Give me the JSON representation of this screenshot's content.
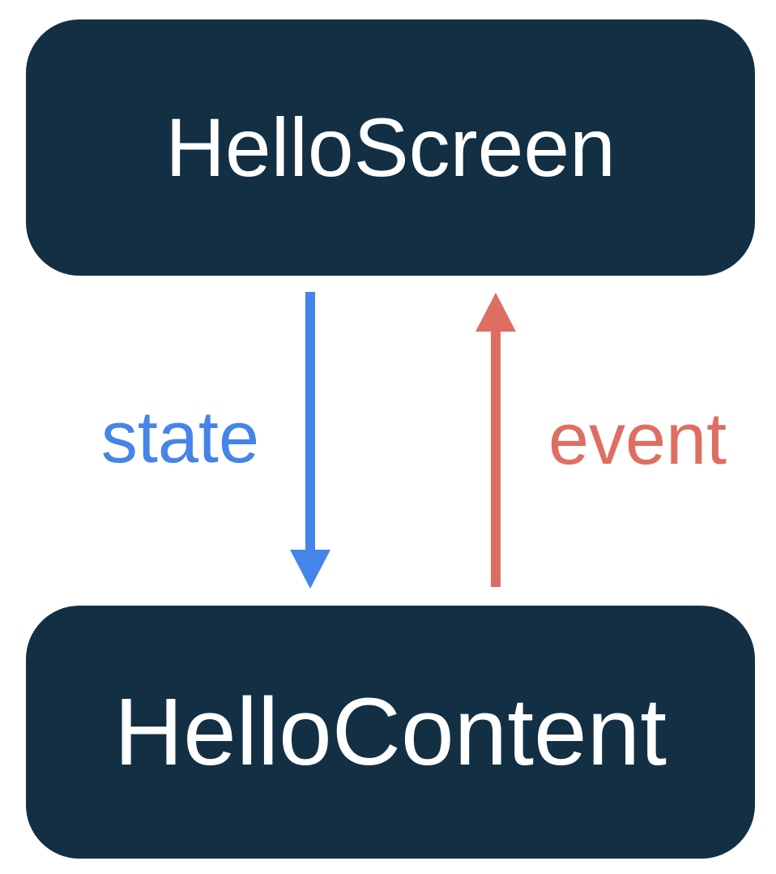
{
  "diagram": {
    "type": "state-hoisting-flow",
    "background_color": "#FFFFFF",
    "nodes": [
      {
        "id": "hello-screen",
        "label": "HelloScreen",
        "shape": "rounded-rectangle",
        "fill_color": "#132F43",
        "text_color": "#FFFFFF",
        "position": "top"
      },
      {
        "id": "hello-content",
        "label": "HelloContent",
        "shape": "rounded-rectangle",
        "fill_color": "#132F43",
        "text_color": "#FFFFFF",
        "position": "bottom"
      }
    ],
    "edges": [
      {
        "label": "state",
        "from": "HelloScreen",
        "to": "HelloContent",
        "direction": "down",
        "color": "#4584E8",
        "arrow_icon": "arrow-down-icon",
        "label_side": "left"
      },
      {
        "label": "event",
        "from": "HelloContent",
        "to": "HelloScreen",
        "direction": "up",
        "color": "#DF6E62",
        "arrow_icon": "arrow-up-icon",
        "label_side": "right"
      }
    ]
  }
}
